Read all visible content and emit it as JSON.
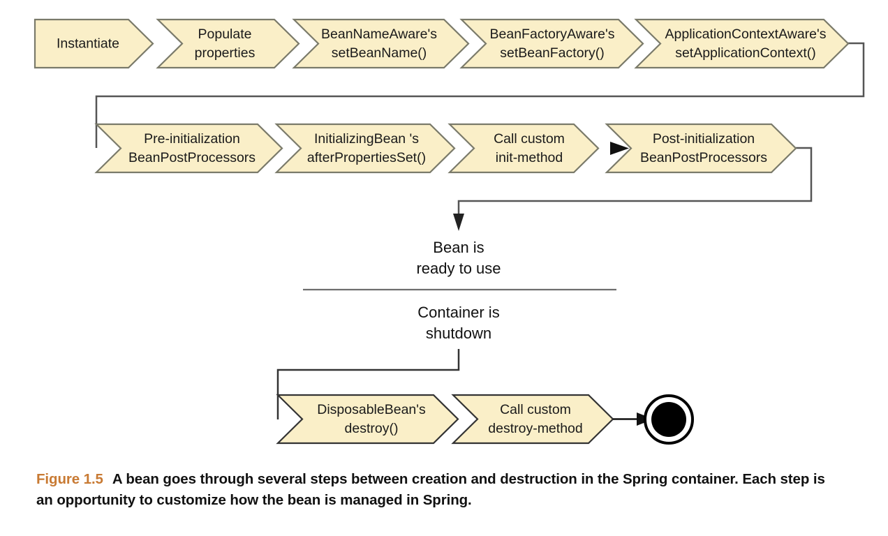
{
  "figure": {
    "label": "Figure 1.5",
    "caption": "A bean goes through several steps between creation and destruction in the Spring container. Each step is an opportunity to customize how the bean is managed in Spring.",
    "label_color": "#C87A33",
    "text_color": "#111111"
  },
  "style": {
    "chevron_fill": "#FAEFC8",
    "chevron_stroke": "#7a7a6a",
    "connector_stroke": "#555555",
    "final_state_fill": "#000000",
    "background": "#ffffff"
  },
  "rows": {
    "row1": [
      {
        "line1": "Instantiate",
        "line2": ""
      },
      {
        "line1": "Populate",
        "line2": "properties"
      },
      {
        "line1": "BeanNameAware's",
        "line2": "setBeanName()"
      },
      {
        "line1": "BeanFactoryAware's",
        "line2": "setBeanFactory()"
      },
      {
        "line1": "ApplicationContextAware's",
        "line2": "setApplicationContext()"
      }
    ],
    "row2": [
      {
        "line1": "Pre-initialization",
        "line2": "BeanPostProcessors"
      },
      {
        "line1": "InitializingBean  's",
        "line2": "afterPropertiesSet()"
      },
      {
        "line1": "Call custom",
        "line2": "init-method"
      },
      {
        "line1": "Post-initialization",
        "line2": "BeanPostProcessors"
      }
    ],
    "row3": [
      {
        "line1": "DisposableBean's",
        "line2": "destroy()"
      },
      {
        "line1": "Call custom",
        "line2": "destroy-method"
      }
    ]
  },
  "states": {
    "ready": {
      "line1": "Bean is",
      "line2": "ready to use"
    },
    "shutdown": {
      "line1": "Container is",
      "line2": "shutdown"
    }
  }
}
